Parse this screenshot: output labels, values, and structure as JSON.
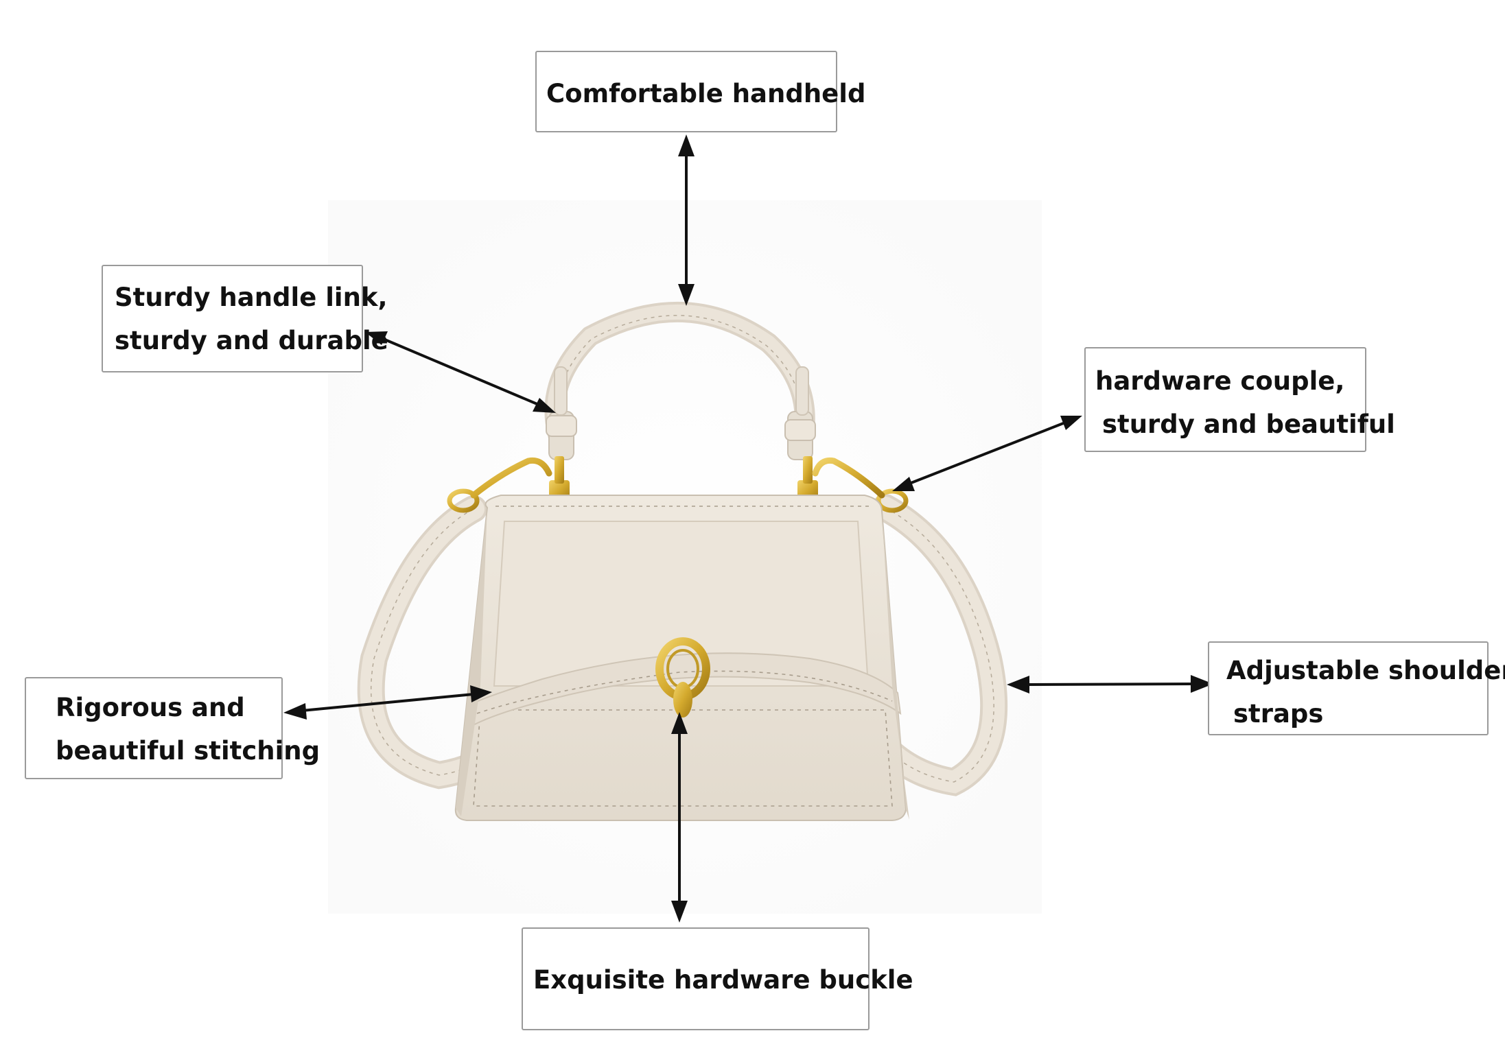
{
  "callouts": {
    "handheld": {
      "text": "Comfortable handheld"
    },
    "handle_link": {
      "line1": "Sturdy handle link,",
      "line2": "sturdy and durable"
    },
    "hardware_couple": {
      "line1": "hardware couple,",
      "line2": "sturdy and beautiful"
    },
    "shoulder_straps": {
      "line1": "Adjustable shoulder",
      "line2": "straps"
    },
    "stitching": {
      "line1": "Rigorous and",
      "line2": "beautiful stitching"
    },
    "buckle": {
      "text": "Exquisite hardware buckle"
    }
  },
  "colors": {
    "bag_body": "#ebe4d9",
    "bag_shadow": "#d8cfc1",
    "stitching": "#a79c8c",
    "hardware_gold": "#d4aa2e",
    "arrow": "#111111",
    "callout_border": "#9a9a9a"
  }
}
